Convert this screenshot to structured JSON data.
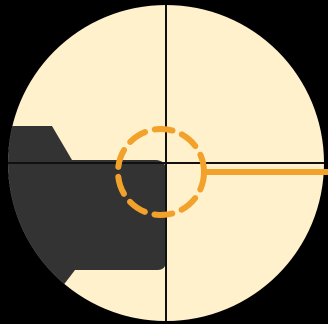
{
  "scene": {
    "colors": {
      "background": "#000000",
      "scope_fill": "#FFF1CC",
      "crosshair": "#111111",
      "object": "#333333",
      "highlight": "#F2A12A"
    },
    "icons": {
      "scope": "circular-scope-view",
      "crosshair": "crosshair-lines",
      "target_marker": "dashed-circle-marker",
      "pointer": "horizontal-pointer-line",
      "object": "dark-object-silhouette"
    }
  }
}
